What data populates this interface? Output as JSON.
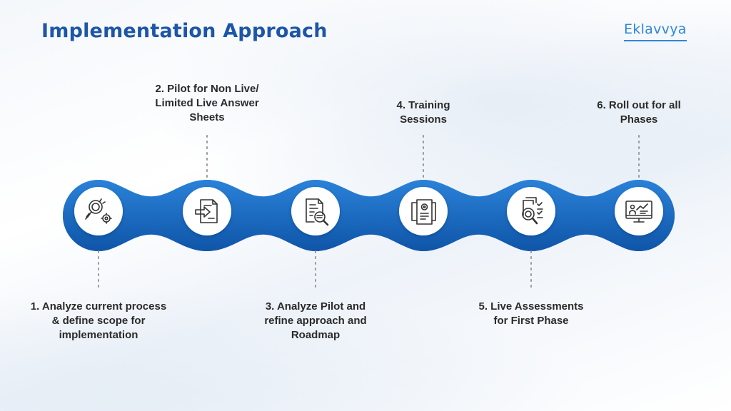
{
  "header": {
    "title": "Implementation Approach",
    "brand": "Eklavvya"
  },
  "steps": [
    {
      "label": "1. Analyze current process & define scope for implementation",
      "position": "below",
      "icon": "search-gears-icon"
    },
    {
      "label": "2. Pilot for Non Live/ Limited Live Answer Sheets",
      "position": "above",
      "icon": "document-arrow-icon"
    },
    {
      "label": "3. Analyze Pilot and  refine approach and Roadmap",
      "position": "below",
      "icon": "document-magnifier-icon"
    },
    {
      "label": "4. Training Sessions",
      "position": "above",
      "icon": "training-documents-gear-icon"
    },
    {
      "label": "5. Live Assessments for First Phase",
      "position": "below",
      "icon": "assessment-magnifier-checklist-icon"
    },
    {
      "label": "6. Roll out for all Phases",
      "position": "above",
      "icon": "presentation-monitor-icon"
    }
  ],
  "colors": {
    "title": "#1d56a7",
    "brand": "#2f86d6",
    "band": "#1a6fcb",
    "band_dark": "#0f55a8",
    "icon": "#333333",
    "connector": "#9a9a9a"
  }
}
